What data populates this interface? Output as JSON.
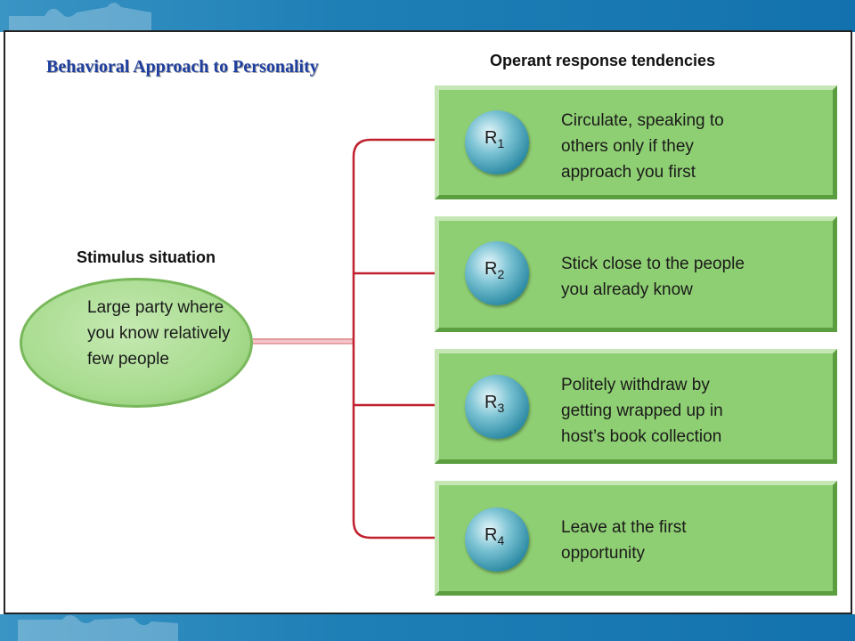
{
  "slide": {
    "title": "Behavioral Approach to Personality"
  },
  "diagram": {
    "responses_heading": "Operant response tendencies",
    "stimulus_heading": "Stimulus situation",
    "stimulus_text": "Large party where you know relatively few people",
    "responses": [
      {
        "label": "R",
        "sub": "1",
        "text": "Circulate, speaking to others only if they approach you first"
      },
      {
        "label": "R",
        "sub": "2",
        "text": "Stick close to the people you already know"
      },
      {
        "label": "R",
        "sub": "3",
        "text": "Politely withdraw by getting wrapped up in host’s book collection"
      },
      {
        "label": "R",
        "sub": "4",
        "text": "Leave at the first opportunity"
      }
    ]
  },
  "colors": {
    "title_blue": "#1f3f9f",
    "box_green": "#8fcf73",
    "connector_red": "#c0202e",
    "frame_blue": "#1e7fb6"
  },
  "icons": {
    "response_node": "sphere-icon",
    "arrow": "arrow-right-icon",
    "background": "puzzle-piece-icon"
  }
}
